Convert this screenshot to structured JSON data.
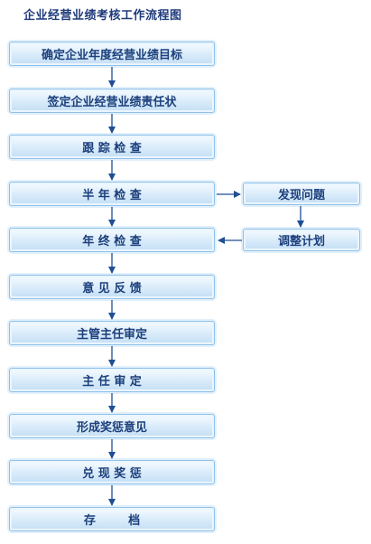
{
  "title": "企业经营业绩考核工作流程图",
  "colors": {
    "title": "#1e3a7a",
    "box_text": "#1c3f7c",
    "box_border": "#8fc1e8",
    "arrow": "#1f4f93"
  },
  "steps": [
    "确定企业年度经营业绩目标",
    "签定企业经营业绩责任状",
    "跟 踪 检 查",
    "半 年 检 查",
    "年 终 检 查",
    "意 见 反 馈",
    "主管主任审定",
    "主 任 审 定",
    "形成奖惩意见",
    "兑 现 奖 惩",
    "存        档"
  ],
  "side_steps": [
    "发现问题",
    "调整计划"
  ]
}
